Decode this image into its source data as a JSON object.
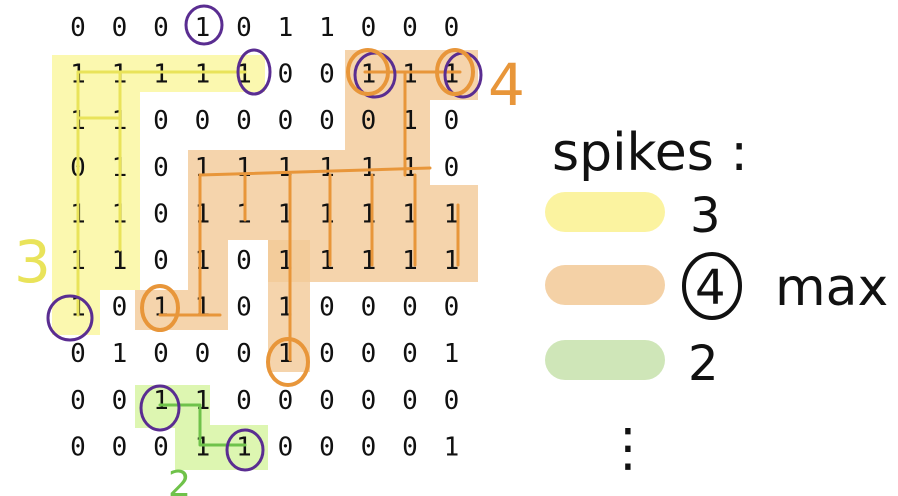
{
  "grid": [
    [
      "0",
      "0",
      "0",
      "1",
      "0",
      "1",
      "1",
      "0",
      "0",
      "0"
    ],
    [
      "1",
      "1",
      "1",
      "1",
      "1",
      "0",
      "0",
      "1",
      "1",
      "1"
    ],
    [
      "1",
      "1",
      "0",
      "0",
      "0",
      "0",
      "0",
      "0",
      "1",
      "0"
    ],
    [
      "0",
      "1",
      "0",
      "1",
      "1",
      "1",
      "1",
      "1",
      "1",
      "0"
    ],
    [
      "1",
      "1",
      "0",
      "1",
      "1",
      "1",
      "1",
      "1",
      "1",
      "1"
    ],
    [
      "1",
      "1",
      "0",
      "1",
      "0",
      "1",
      "1",
      "1",
      "1",
      "1"
    ],
    [
      "1",
      "0",
      "1",
      "1",
      "0",
      "1",
      "0",
      "0",
      "0",
      "0"
    ],
    [
      "0",
      "1",
      "0",
      "0",
      "0",
      "1",
      "0",
      "0",
      "0",
      "1"
    ],
    [
      "0",
      "0",
      "1",
      "1",
      "0",
      "0",
      "0",
      "0",
      "0",
      "0"
    ],
    [
      "0",
      "0",
      "0",
      "1",
      "1",
      "0",
      "0",
      "0",
      "0",
      "1"
    ]
  ],
  "annotations": {
    "yellow_count": "3",
    "orange_count": "4",
    "green_count": "2"
  },
  "legend": {
    "title": "spikes :",
    "items": [
      {
        "color": "#fbf3a0",
        "value": "3"
      },
      {
        "color": "#f4d1a6",
        "value": "4"
      },
      {
        "color": "#cfe6b8",
        "value": "2"
      }
    ],
    "max_label": "max .",
    "ellipsis": "⋮"
  }
}
